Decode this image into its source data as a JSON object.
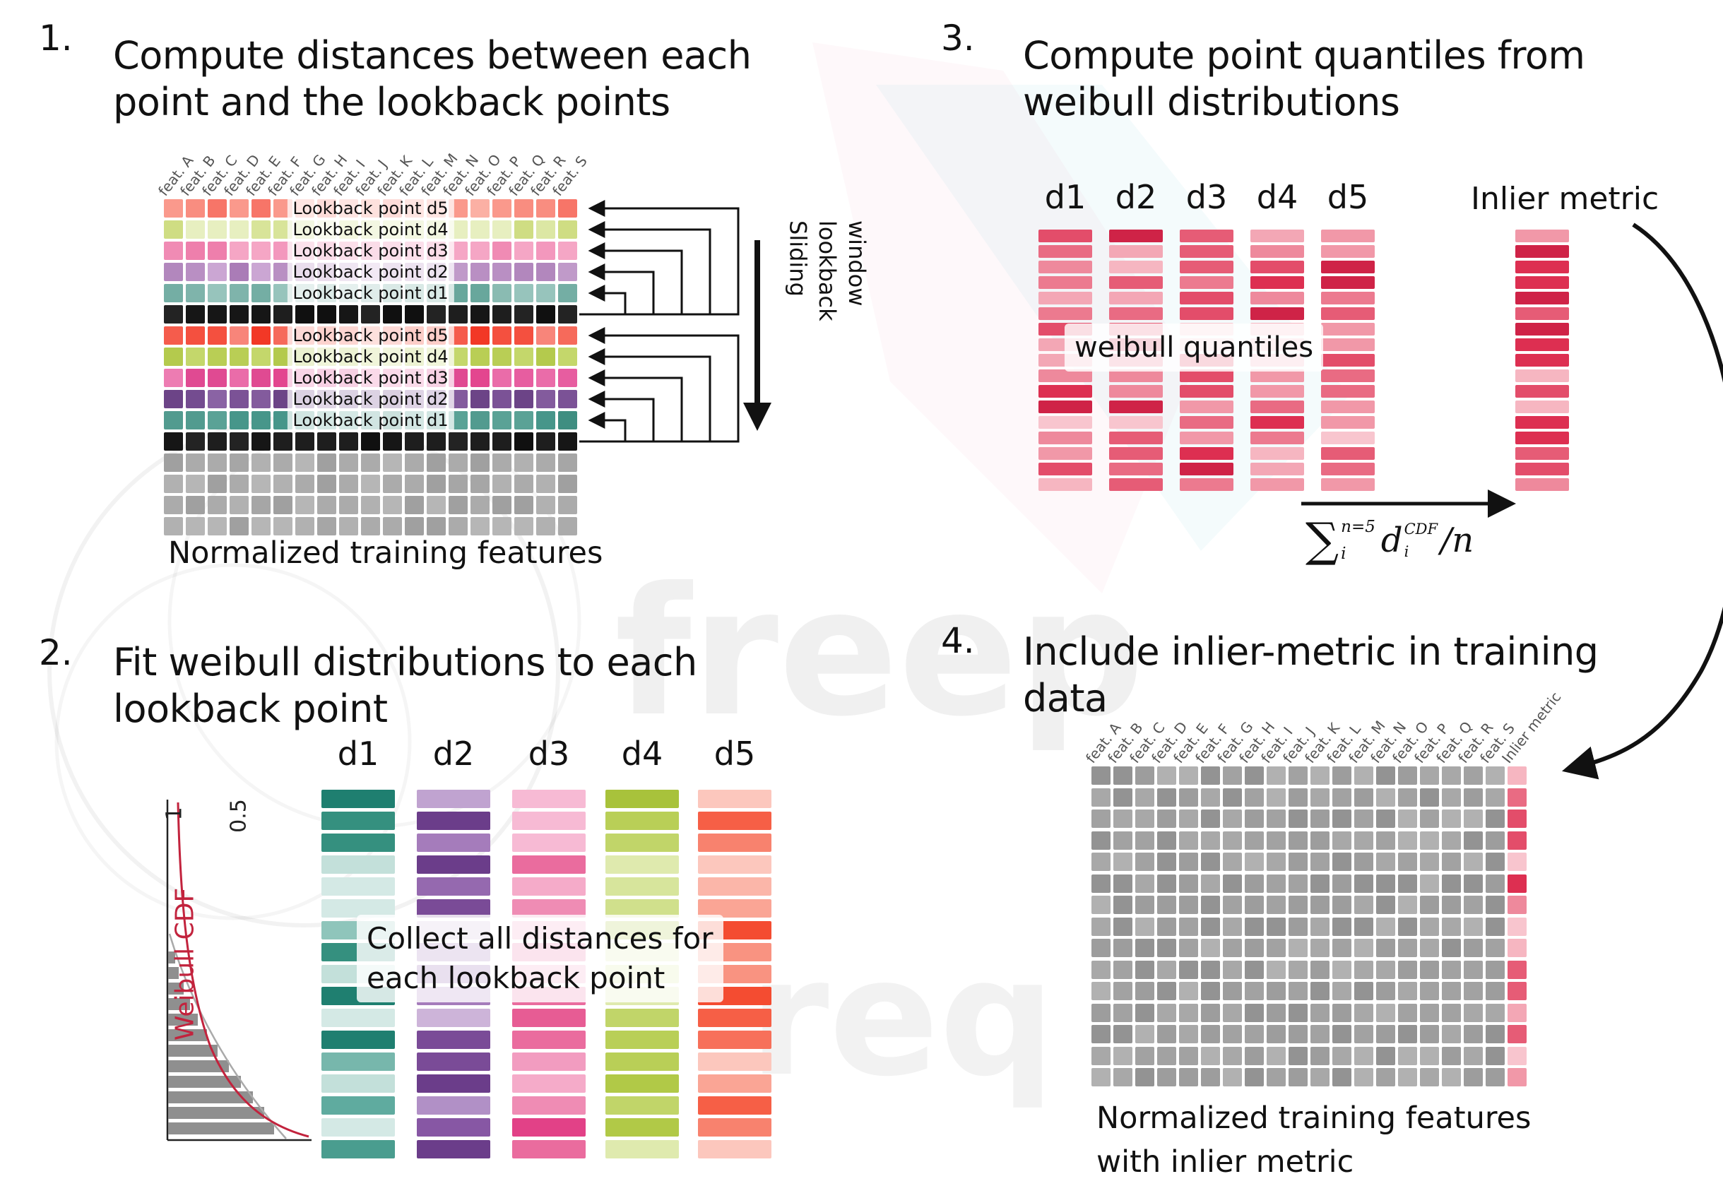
{
  "panel1": {
    "number": "1.",
    "title": "Compute distances between each\npoint and the lookback points",
    "feature_labels": [
      "feat. A",
      "feat. B",
      "feat. C",
      "feat. D",
      "feat. E",
      "feat. F",
      "feat. G",
      "feat. H",
      "feat. I",
      "feat. J",
      "feat. K",
      "feat. L",
      "feat. M",
      "feat. N",
      "feat. O",
      "feat. P",
      "feat. Q",
      "feat. R",
      "feat. S"
    ],
    "grid": {
      "cols": 19,
      "rows": [
        {
          "palette": "red_light",
          "label": "Lookback point d5"
        },
        {
          "palette": "green_light",
          "label": "Lookback point d4"
        },
        {
          "palette": "pink_light",
          "label": "Lookback point d3"
        },
        {
          "palette": "purple_light",
          "label": "Lookback point d2"
        },
        {
          "palette": "teal_light",
          "label": "Lookback point d1"
        },
        {
          "palette": "black"
        },
        {
          "palette": "red_dark",
          "label": "Lookback point d5"
        },
        {
          "palette": "green_dark",
          "label": "Lookback point d4"
        },
        {
          "palette": "pink_dark",
          "label": "Lookback point d3"
        },
        {
          "palette": "purple_dark",
          "label": "Lookback point d2"
        },
        {
          "palette": "teal_dark",
          "label": "Lookback point d1"
        },
        {
          "palette": "black"
        },
        {
          "palette": "gray_row"
        },
        {
          "palette": "gray_row"
        },
        {
          "palette": "gray_row"
        },
        {
          "palette": "gray_row"
        }
      ]
    },
    "sliding_label": "Sliding\nlookback\nwindow",
    "caption": "Normalized training features"
  },
  "panel2": {
    "number": "2.",
    "title": "Fit weibull distributions to each\nlookback point",
    "columns": [
      {
        "header": "d1",
        "palette": "bars_teal"
      },
      {
        "header": "d2",
        "palette": "bars_purple"
      },
      {
        "header": "d3",
        "palette": "bars_pink"
      },
      {
        "header": "d4",
        "palette": "bars_green"
      },
      {
        "header": "d5",
        "palette": "bars_red"
      }
    ],
    "bar_count": 17,
    "overlay": "Collect all distances for\neach lookback point",
    "plot": {
      "cdf_label": "Weibull CDF",
      "tick_1": "1",
      "tick_05": "0.5"
    }
  },
  "panel3": {
    "number": "3.",
    "title": "Compute point quantiles from\nweibull distributions",
    "columns": [
      {
        "header": "d1",
        "palette": "rose"
      },
      {
        "header": "d2",
        "palette": "rose"
      },
      {
        "header": "d3",
        "palette": "rose"
      },
      {
        "header": "d4",
        "palette": "rose"
      },
      {
        "header": "d5",
        "palette": "rose"
      }
    ],
    "bar_count": 17,
    "overlay": "weibull quantiles",
    "inlier_header": "Inlier metric",
    "formula": {
      "sigma": "∑",
      "upper": "n=5",
      "lower": "i",
      "var": "d",
      "var_sup": "CDF",
      "var_sub": "i",
      "tail": "/n"
    }
  },
  "panel4": {
    "number": "4.",
    "title": "Include inlier-metric in training\ndata",
    "feature_labels": [
      "feat. A",
      "feat. B",
      "feat. C",
      "feat. D",
      "feat. E",
      "feat. F",
      "feat. G",
      "feat. H",
      "feat. I",
      "feat. J",
      "feat. K",
      "feat. L",
      "feat. M",
      "feat. N",
      "feat. O",
      "feat. P",
      "feat. Q",
      "feat. R",
      "feat. S"
    ],
    "inlier_label": "Inlier metric",
    "grid": {
      "cols": 19,
      "rows": 15
    },
    "caption": "Normalized training features\nwith inlier metric"
  },
  "watermark": {
    "text1": "freep",
    "text2": "req"
  },
  "palettes": {
    "red_light": [
      "#f9867a",
      "#fa998c",
      "#f77568",
      "#fbb0a4",
      "#f98d80"
    ],
    "green_light": [
      "#dce7a4",
      "#d0df8c",
      "#e7efc0",
      "#d8e499",
      "#cfdd83"
    ],
    "pink_light": [
      "#f08bb4",
      "#ec74a4",
      "#f5a6c5",
      "#ee7fac",
      "#f398bd"
    ],
    "purple_light": [
      "#b98fc3",
      "#aa7cb7",
      "#cba6d3",
      "#b287bd",
      "#c09ac9"
    ],
    "teal_light": [
      "#7fb4ab",
      "#68a79c",
      "#97c4bc",
      "#74aea4",
      "#8abbb2"
    ],
    "red_dark": [
      "#f4503f",
      "#f66a5b",
      "#f23826",
      "#f8857a",
      "#f55c4c"
    ],
    "green_dark": [
      "#b9ce55",
      "#c4d76b",
      "#aec643",
      "#cbdc7c",
      "#b4ca4d"
    ],
    "pink_dark": [
      "#e75da0",
      "#e3468f",
      "#ed7cb2",
      "#e04a92",
      "#ea6ca9"
    ],
    "purple_dark": [
      "#7b5296",
      "#6c4487",
      "#8a63a4",
      "#744c90",
      "#835b9d"
    ],
    "teal_dark": [
      "#47968a",
      "#37877a",
      "#5aa296",
      "#3f8e81",
      "#529b8f"
    ],
    "black": [
      "#161616",
      "#1e1e1e",
      "#101010",
      "#232323"
    ],
    "gray_row": [
      "#ababab",
      "#b6b6b6",
      "#a0a0a0",
      "#b1b1b1",
      "#a6a6a6"
    ],
    "gray_cell": [
      "#9d9d9d",
      "#a8a8a8",
      "#939393",
      "#b1b1b1",
      "#a2a2a2"
    ],
    "bars_teal": [
      "#c3e0da",
      "#8fc5bb",
      "#5fab9f",
      "#35907f",
      "#a9d2cb",
      "#77b7ac",
      "#4a9d8f",
      "#1f7f70",
      "#d4e9e5"
    ],
    "bars_purple": [
      "#cdb4d9",
      "#b190c6",
      "#9569af",
      "#7a4b97",
      "#c0a3d0",
      "#a57cbb",
      "#8757a4",
      "#6b3d8a"
    ],
    "bars_pink": [
      "#f7bad4",
      "#f29cc0",
      "#ed7ca9",
      "#e75c94",
      "#f5abc9",
      "#ef8cb4",
      "#ea6c9e",
      "#e24187"
    ],
    "bars_green": [
      "#dfeaae",
      "#d0e08c",
      "#c1d569",
      "#b1c947",
      "#d7e59c",
      "#c8da7a",
      "#b9cf57",
      "#a8c23b"
    ],
    "bars_red": [
      "#fcc7bd",
      "#faa595",
      "#f8826e",
      "#f65f46",
      "#fbb6a9",
      "#f99381",
      "#f7705a",
      "#f44c31"
    ],
    "rose": [
      "#f8c5ce",
      "#f3a7b5",
      "#ee899c",
      "#e96b83",
      "#e34d6a",
      "#dd2f51",
      "#f6b6c1",
      "#f198a8",
      "#ec7a8f",
      "#e65c76",
      "#cf2347"
    ]
  },
  "accent_colors": {
    "cdf_curve": "#c2233d",
    "arrow": "#111111"
  }
}
